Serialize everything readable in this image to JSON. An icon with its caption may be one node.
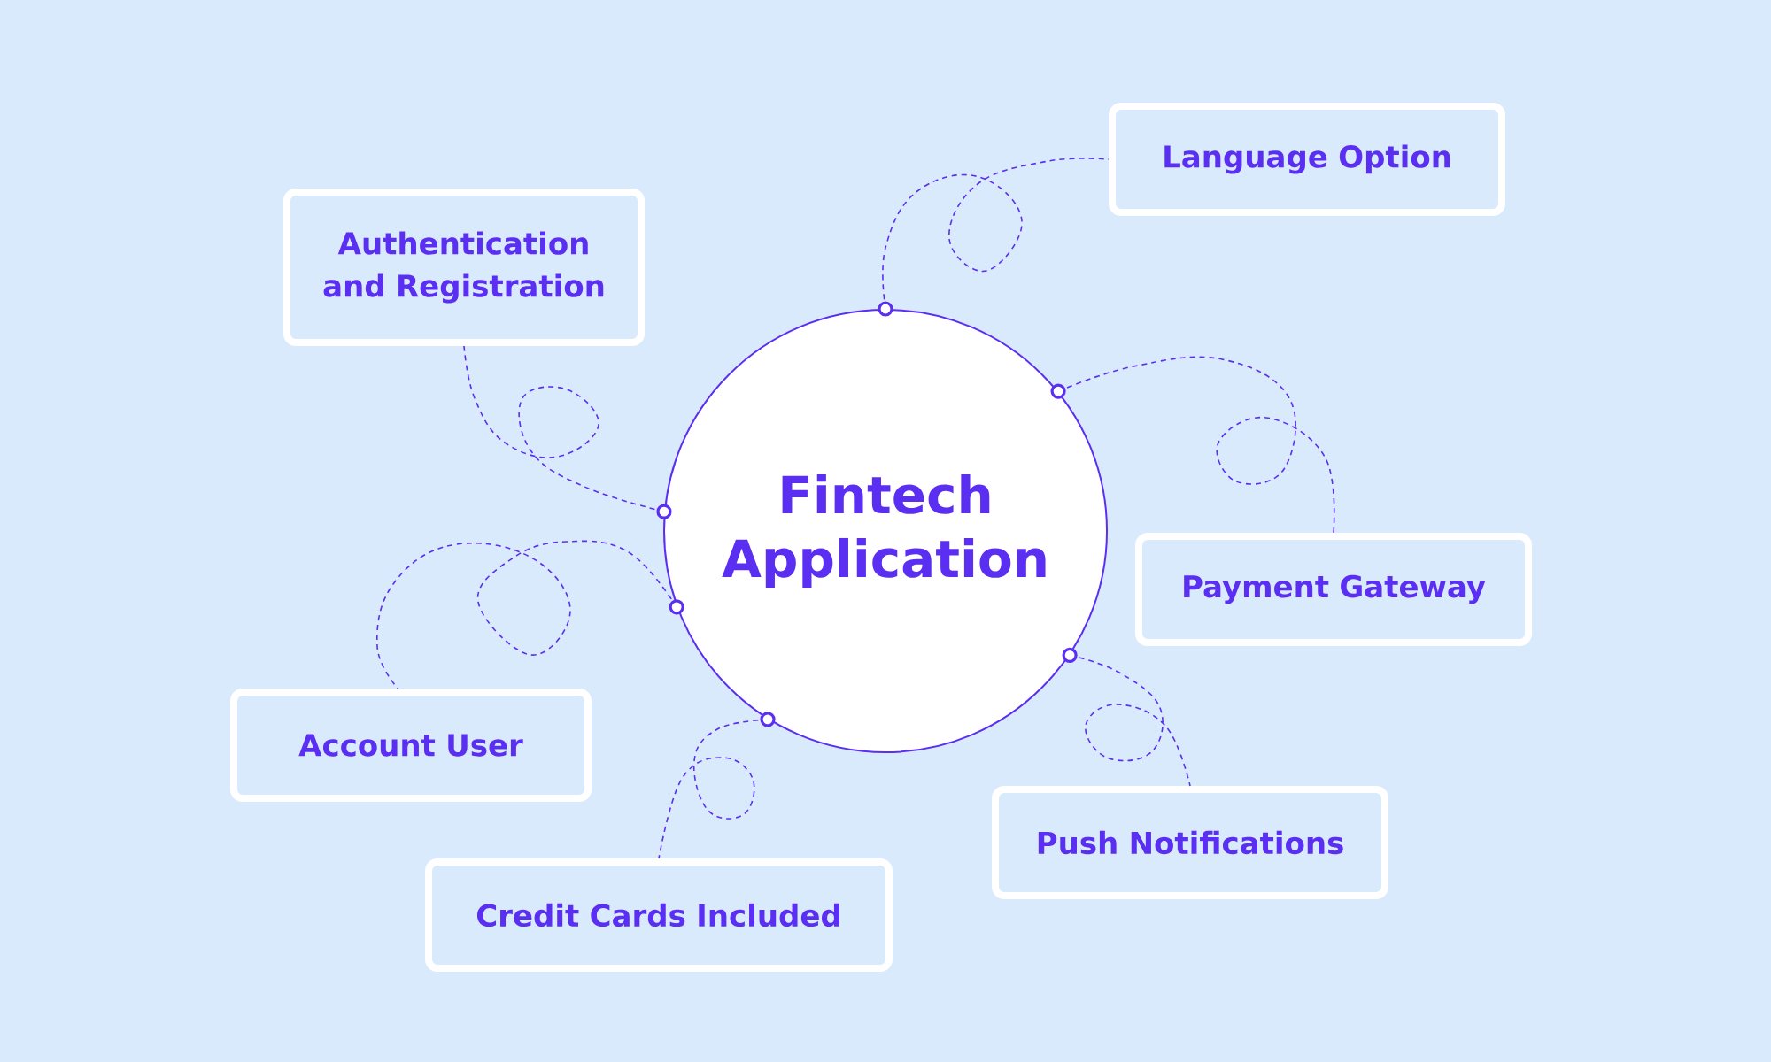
{
  "diagram": {
    "nodes": [
      {
        "text": [
          "Language Option"
        ]
      },
      {
        "text": [
          "Authentication and Registration"
        ]
      },
      {
        "text": [
          "Fintech Application"
        ]
      },
      {
        "text": [
          "Payment Gateway"
        ]
      },
      {
        "text": [
          "Account User"
        ]
      },
      {
        "text": [
          "Push Notifications"
        ]
      },
      {
        "text": [
          "Credit Cards Included"
        ]
      }
    ],
    "edges": [
      {
        "from": 2,
        "to": 0,
        "arrow": "other",
        "style": "dashed"
      },
      {
        "from": 2,
        "to": 1,
        "arrow": "other",
        "style": "dashed"
      },
      {
        "from": 2,
        "to": 3,
        "arrow": "other",
        "style": "dashed"
      },
      {
        "from": 2,
        "to": 4,
        "arrow": "other",
        "style": "dashed"
      },
      {
        "from": 2,
        "to": 5,
        "arrow": "other",
        "style": "dashed"
      },
      {
        "from": 2,
        "to": 6,
        "arrow": "other",
        "style": "dashed"
      }
    ]
  }
}
